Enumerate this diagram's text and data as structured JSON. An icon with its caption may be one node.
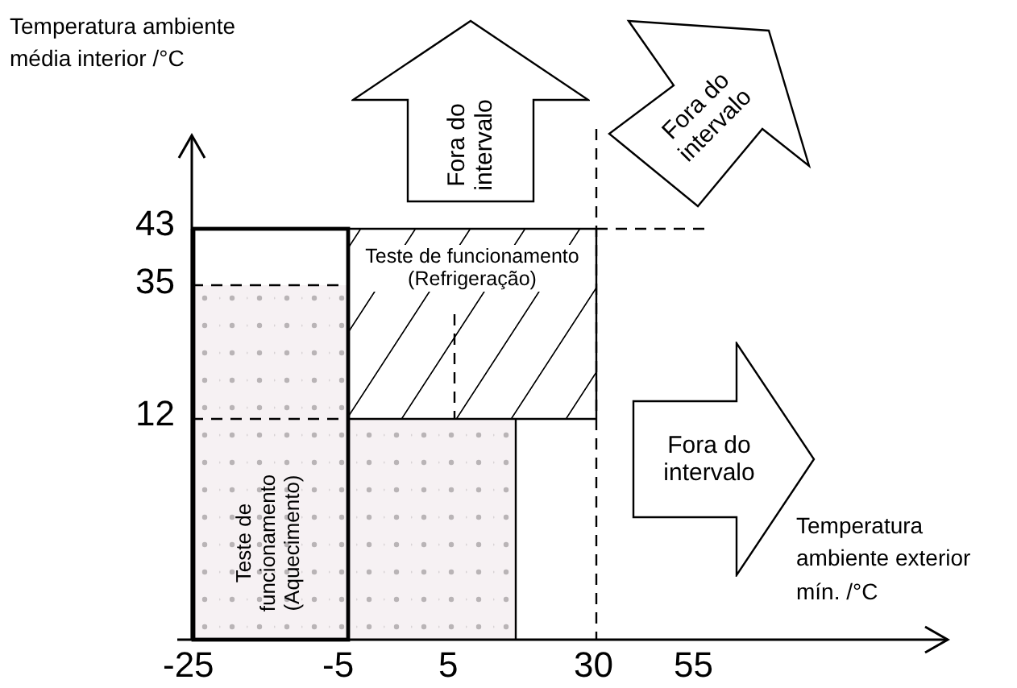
{
  "diagram": {
    "nodes": [
      {
        "text": [
          "Teste de funcionamento (Refrigeração)"
        ]
      },
      {
        "text": [
          "Teste de funcionamento (Aquecimento)"
        ]
      },
      {
        "text": [
          "Fora do intervalo"
        ]
      },
      {
        "text": [
          "Fora do intervalo"
        ]
      },
      {
        "text": [
          "Fora do intervalo"
        ]
      }
    ],
    "edges": [],
    "labels": [
      "Temperatura ambiente média interior /°C",
      "43",
      "35",
      "12",
      "Temperatura ambiente exterior mín. /°C",
      "-25",
      "-5",
      "5",
      "30",
      "55"
    ]
  }
}
